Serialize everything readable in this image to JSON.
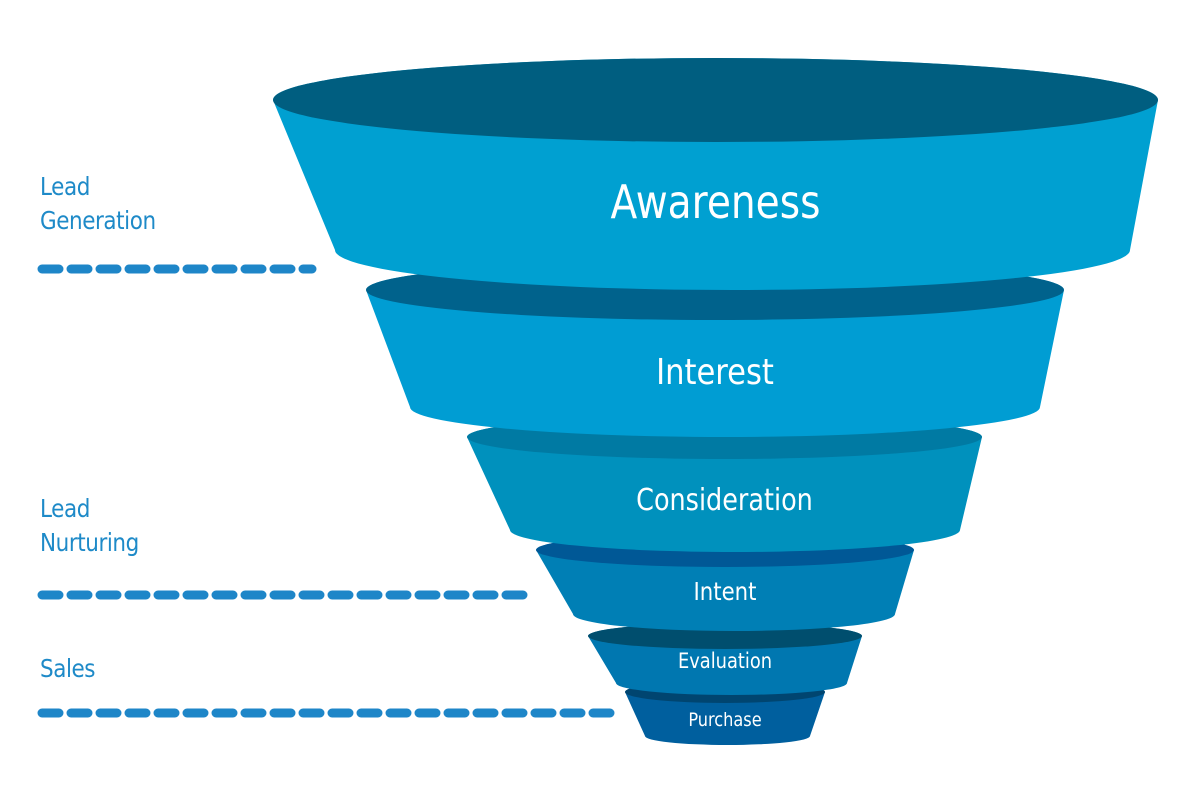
{
  "diagram": {
    "type": "sales-funnel",
    "stages": [
      {
        "label": "Awareness",
        "side": "#00a0d1",
        "rim": "#005e80"
      },
      {
        "label": "Interest",
        "side": "#009dd3",
        "rim": "#00628c"
      },
      {
        "label": "Consideration",
        "side": "#0091bd",
        "rim": "#007aa3"
      },
      {
        "label": "Intent",
        "side": "#007fb5",
        "rim": "#005896"
      },
      {
        "label": "Evaluation",
        "side": "#0077b0",
        "rim": "#004e6e"
      },
      {
        "label": "Purchase",
        "side": "#005f9e",
        "rim": "#004570"
      }
    ],
    "phases": [
      {
        "lines": [
          "Lead",
          "Generation"
        ]
      },
      {
        "lines": [
          "Lead",
          "Nurturing"
        ]
      },
      {
        "lines": [
          "Sales"
        ]
      }
    ],
    "colors": {
      "phase_text": "#1e8ac8",
      "divider": "#1e86c8",
      "stage_text": "#ffffff"
    }
  }
}
